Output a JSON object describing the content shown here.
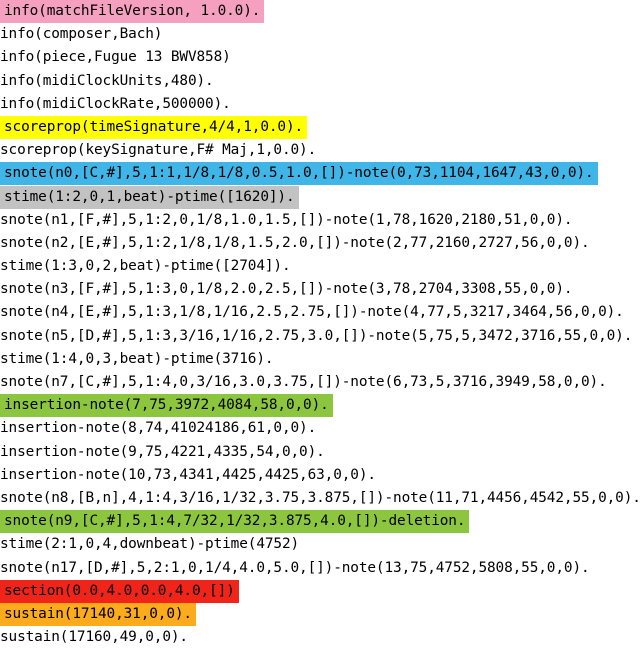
{
  "document": {
    "type": "match-file-listing",
    "font_style": "monospace",
    "background_color": "#ffffff",
    "text_color": "#000000",
    "line_count": 25,
    "highlight_colors": {
      "pink": "#f4a0be",
      "yellow": "#ffff00",
      "blue": "#3fb5e8",
      "gray": "#c2c2c2",
      "green": "#8cc63f",
      "red": "#f02418",
      "orange": "#fbab1b",
      "none": "transparent"
    },
    "lines": [
      {
        "text": "info(matchFileVersion, 1.0.0).",
        "highlight": "pink"
      },
      {
        "text": "info(composer,Bach)",
        "highlight": "none"
      },
      {
        "text": "info(piece,Fugue 13 BWV858)",
        "highlight": "none"
      },
      {
        "text": "info(midiClockUnits,480).",
        "highlight": "none"
      },
      {
        "text": "info(midiClockRate,500000).",
        "highlight": "none"
      },
      {
        "text": "scoreprop(timeSignature,4/4,1,0.0).",
        "highlight": "yellow"
      },
      {
        "text": "scoreprop(keySignature,F# Maj,1,0.0).",
        "highlight": "none"
      },
      {
        "text": "snote(n0,[C,#],5,1:1,1/8,1/8,0.5,1.0,[])-note(0,73,1104,1647,43,0,0).",
        "highlight": "blue"
      },
      {
        "text": "stime(1:2,0,1,beat)-ptime([1620]).",
        "highlight": "gray"
      },
      {
        "text": "snote(n1,[F,#],5,1:2,0,1/8,1.0,1.5,[])-note(1,78,1620,2180,51,0,0).",
        "highlight": "none"
      },
      {
        "text": "snote(n2,[E,#],5,1:2,1/8,1/8,1.5,2.0,[])-note(2,77,2160,2727,56,0,0).",
        "highlight": "none"
      },
      {
        "text": "stime(1:3,0,2,beat)-ptime([2704]).",
        "highlight": "none"
      },
      {
        "text": "snote(n3,[F,#],5,1:3,0,1/8,2.0,2.5,[])-note(3,78,2704,3308,55,0,0).",
        "highlight": "none"
      },
      {
        "text": "snote(n4,[E,#],5,1:3,1/8,1/16,2.5,2.75,[])-note(4,77,5,3217,3464,56,0,0).",
        "highlight": "none"
      },
      {
        "text": "snote(n5,[D,#],5,1:3,3/16,1/16,2.75,3.0,[])-note(5,75,5,3472,3716,55,0,0).",
        "highlight": "none"
      },
      {
        "text": "stime(1:4,0,3,beat)-ptime(3716).",
        "highlight": "none"
      },
      {
        "text": "snote(n7,[C,#],5,1:4,0,3/16,3.0,3.75,[])-note(6,73,5,3716,3949,58,0,0).",
        "highlight": "none"
      },
      {
        "text": "insertion-note(7,75,3972,4084,58,0,0).",
        "highlight": "green"
      },
      {
        "text": "insertion-note(8,74,41024186,61,0,0).",
        "highlight": "none"
      },
      {
        "text": "insertion-note(9,75,4221,4335,54,0,0).",
        "highlight": "none"
      },
      {
        "text": "insertion-note(10,73,4341,4425,4425,63,0,0).",
        "highlight": "none"
      },
      {
        "text": "snote(n8,[B,n],4,1:4,3/16,1/32,3.75,3.875,[])-note(11,71,4456,4542,55,0,0).",
        "highlight": "none"
      },
      {
        "text": "snote(n9,[C,#],5,1:4,7/32,1/32,3.875,4.0,[])-deletion.",
        "highlight": "green"
      },
      {
        "text": "stime(2:1,0,4,downbeat)-ptime(4752)",
        "highlight": "none"
      },
      {
        "text": "snote(n17,[D,#],5,2:1,0,1/4,4.0,5.0,[])-note(13,75,4752,5808,55,0,0).",
        "highlight": "none"
      },
      {
        "text": "section(0.0,4.0,0.0,4.0,[])",
        "highlight": "red"
      },
      {
        "text": "sustain(17140,31,0,0).",
        "highlight": "orange"
      },
      {
        "text": "sustain(17160,49,0,0).",
        "highlight": "none"
      }
    ]
  }
}
